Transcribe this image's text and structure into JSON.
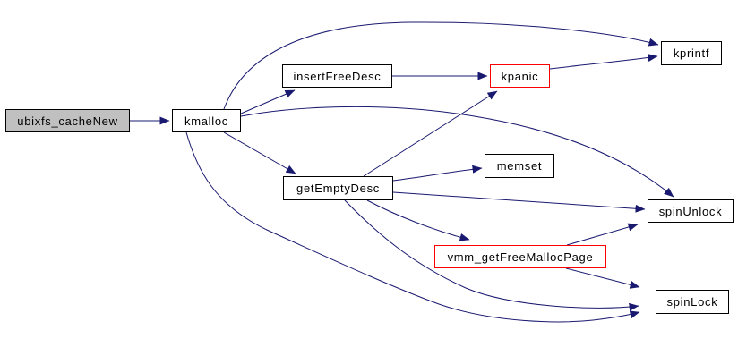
{
  "diagram": {
    "kind": "doxygen-call-graph",
    "colors": {
      "background": "#ffffff",
      "edge": "#191970",
      "node_border": "#000000",
      "node_fill": "#ffffff",
      "current_node_fill": "#c0c0c0",
      "alert_node_border": "#ff0000",
      "text": "#000000"
    },
    "nodes": [
      {
        "id": "ubixfs_cacheNew",
        "label": "ubixfs_cacheNew",
        "style": "current"
      },
      {
        "id": "kmalloc",
        "label": "kmalloc",
        "style": "normal"
      },
      {
        "id": "insertFreeDesc",
        "label": "insertFreeDesc",
        "style": "normal"
      },
      {
        "id": "kpanic",
        "label": "kpanic",
        "style": "alert"
      },
      {
        "id": "kprintf",
        "label": "kprintf",
        "style": "normal"
      },
      {
        "id": "getEmptyDesc",
        "label": "getEmptyDesc",
        "style": "normal"
      },
      {
        "id": "memset",
        "label": "memset",
        "style": "normal"
      },
      {
        "id": "spinUnlock",
        "label": "spinUnlock",
        "style": "normal"
      },
      {
        "id": "vmm_getFreeMallocPage",
        "label": "vmm_getFreeMallocPage",
        "style": "alert"
      },
      {
        "id": "spinLock",
        "label": "spinLock",
        "style": "normal"
      }
    ],
    "edges": [
      {
        "from": "ubixfs_cacheNew",
        "to": "kmalloc"
      },
      {
        "from": "kmalloc",
        "to": "insertFreeDesc"
      },
      {
        "from": "kmalloc",
        "to": "kprintf"
      },
      {
        "from": "kmalloc",
        "to": "getEmptyDesc"
      },
      {
        "from": "kmalloc",
        "to": "spinUnlock"
      },
      {
        "from": "kmalloc",
        "to": "spinLock"
      },
      {
        "from": "insertFreeDesc",
        "to": "kpanic"
      },
      {
        "from": "kpanic",
        "to": "kprintf"
      },
      {
        "from": "getEmptyDesc",
        "to": "kpanic"
      },
      {
        "from": "getEmptyDesc",
        "to": "memset"
      },
      {
        "from": "getEmptyDesc",
        "to": "spinUnlock"
      },
      {
        "from": "getEmptyDesc",
        "to": "vmm_getFreeMallocPage"
      },
      {
        "from": "getEmptyDesc",
        "to": "spinLock"
      },
      {
        "from": "vmm_getFreeMallocPage",
        "to": "spinUnlock"
      },
      {
        "from": "vmm_getFreeMallocPage",
        "to": "spinLock"
      }
    ]
  }
}
